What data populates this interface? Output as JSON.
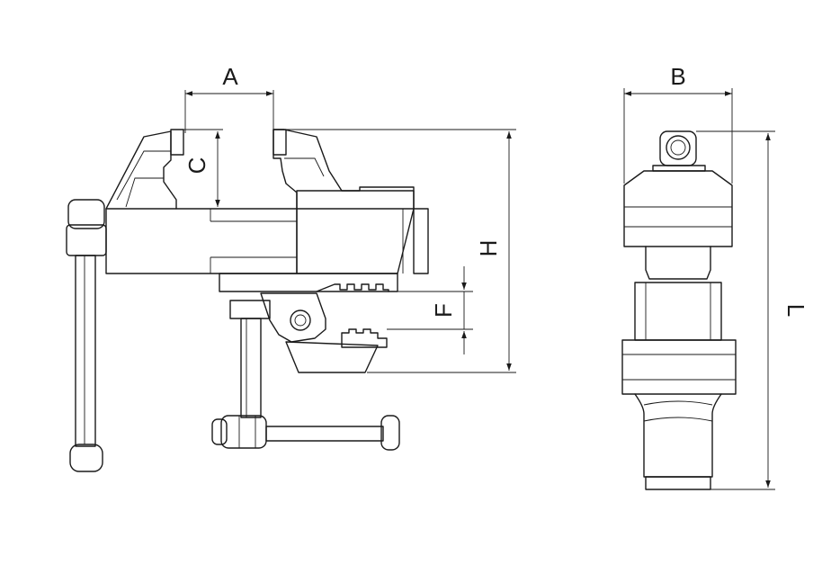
{
  "dimensions": {
    "A": "A",
    "B": "B",
    "C": "C",
    "F": "F",
    "H": "H",
    "L": "L"
  },
  "colors": {
    "line": "#1a1a1a",
    "background": "#ffffff"
  }
}
